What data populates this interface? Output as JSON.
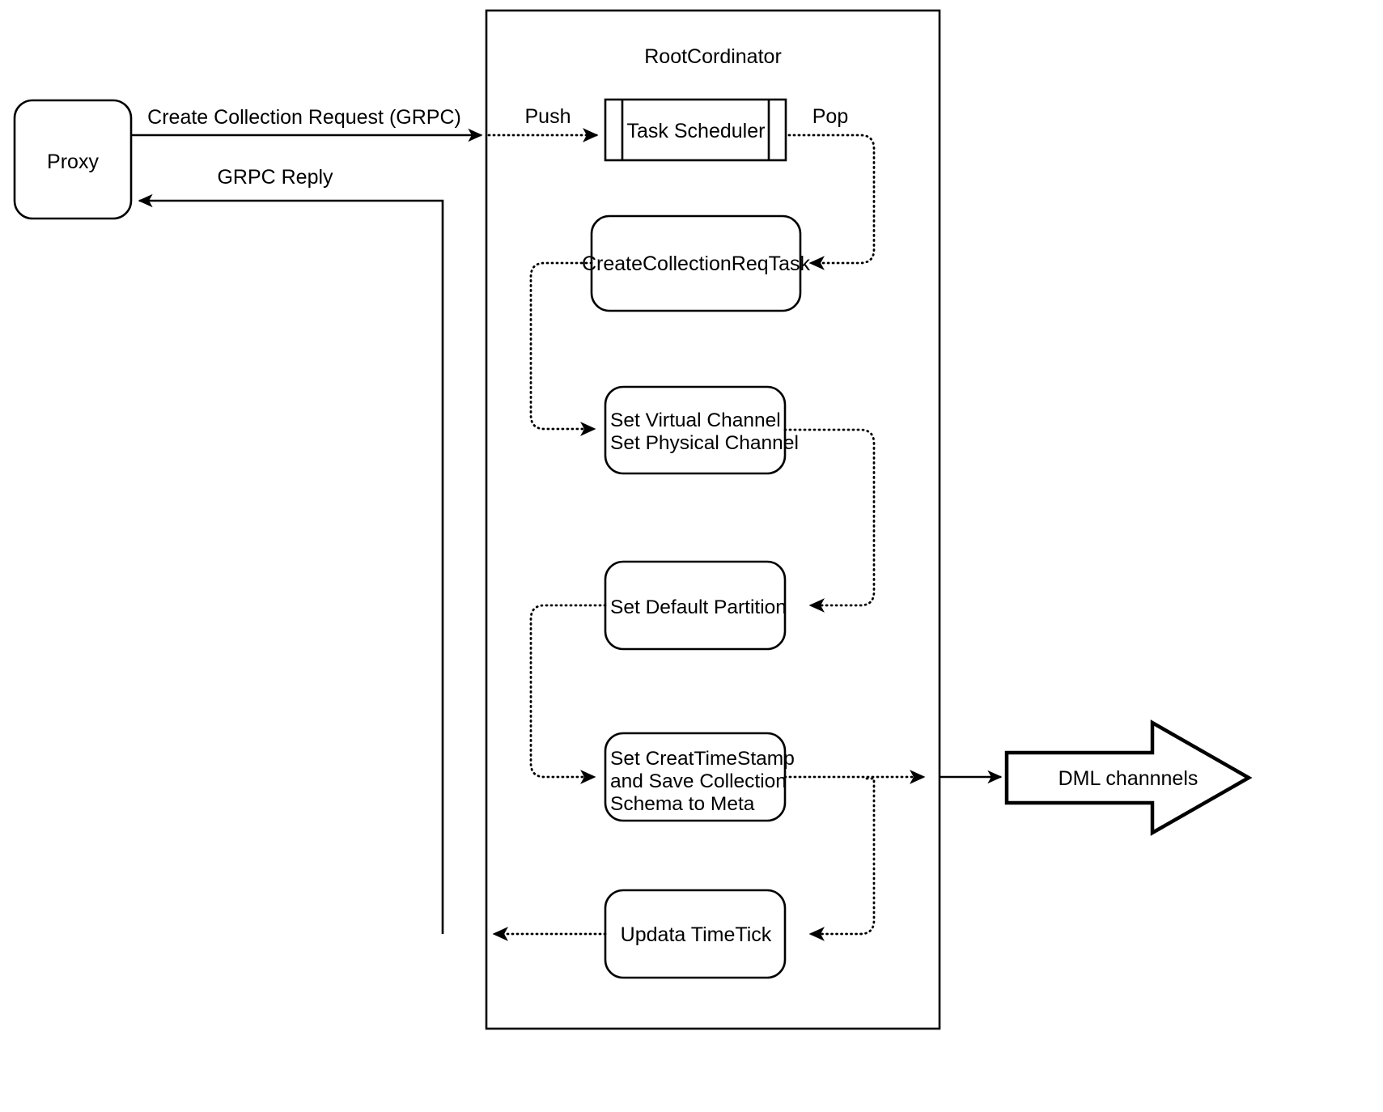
{
  "diagram": {
    "title_text": "RootCordinator",
    "nodes": {
      "proxy": {
        "label": "Proxy",
        "shape": "rounded-rect"
      },
      "task_scheduler": {
        "label": "Task Scheduler",
        "shape": "process-bars"
      },
      "create_collection_req_task": {
        "label": "CreateCollectionReqTask",
        "shape": "rounded-rect"
      },
      "set_channels": {
        "label_line1": "Set Virtual Channel",
        "label_line2": "Set Physical Channel",
        "shape": "rounded-rect"
      },
      "set_default_partition": {
        "label": "Set Default Partition",
        "shape": "rounded-rect"
      },
      "set_timestamp_save_meta": {
        "label_line1": "Set CreatTimeStamp",
        "label_line2": "and Save Collection",
        "label_line3": "Schema to Meta",
        "shape": "rounded-rect"
      },
      "update_timetick": {
        "label": "Updata TimeTick",
        "shape": "rounded-rect"
      },
      "dml_channels": {
        "label": "DML channnels",
        "shape": "block-arrow-right"
      }
    },
    "edges": {
      "create_collection_request": {
        "label": "Create Collection Request (GRPC)",
        "style": "solid"
      },
      "grpc_reply": {
        "label": "GRPC Reply",
        "style": "solid"
      },
      "push": {
        "label": "Push",
        "style": "dotted"
      },
      "pop": {
        "label": "Pop",
        "style": "dotted"
      },
      "task_to_channels": {
        "label": "",
        "style": "dotted"
      },
      "channels_to_partition": {
        "label": "",
        "style": "dotted"
      },
      "partition_to_timestamp": {
        "label": "",
        "style": "dotted"
      },
      "timestamp_to_dml": {
        "label": "",
        "style": "solid"
      },
      "timestamp_to_timetick": {
        "label": "",
        "style": "dotted"
      },
      "timetick_to_reply": {
        "label": "",
        "style": "dotted"
      }
    },
    "colors": {
      "stroke": "#000000",
      "fill": "#ffffff",
      "background": "#ffffff"
    }
  }
}
